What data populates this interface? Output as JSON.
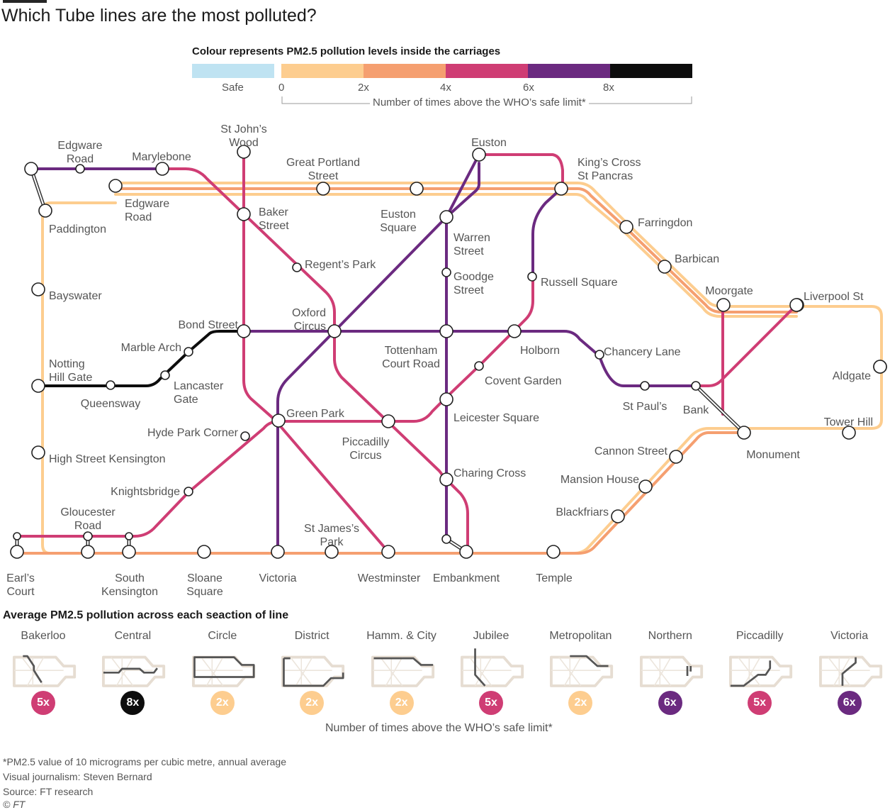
{
  "title": "Which Tube lines are the most polluted?",
  "legend": {
    "title": "Colour represents PM2.5 pollution levels inside the carriages",
    "safe_label": "Safe",
    "ticks": [
      "0",
      "2x",
      "4x",
      "6x",
      "8x"
    ],
    "caption": "Number of times above the WHO’s safe limit*",
    "safe_color": "#bfe3f2",
    "scale_colors": [
      "#fdcd8f",
      "#f59f70",
      "#cf3d74",
      "#6b2a80",
      "#0d0d0d"
    ]
  },
  "line_colors": {
    "circle": "#fdcd8f",
    "hamm_city": "#fdcd8f",
    "district": "#f59f70",
    "bakerloo": "#cf3d74",
    "jubilee": "#cf3d74",
    "piccadilly": "#cf3d74",
    "metropolitan": "#fdcd8f",
    "central": "#0d0d0d",
    "northern": "#6b2a80",
    "victoria": "#6b2a80"
  },
  "stations": {
    "edgware_road_bak": "Edgware\nRoad",
    "marylebone": "Marylebone",
    "st_johns_wood": "St John’s\nWood",
    "great_portland_street": "Great Portland\nStreet",
    "euston": "Euston",
    "kings_cross": "King’s Cross\nSt Pancras",
    "edgware_road_cir": "Edgware\nRoad",
    "paddington": "Paddington",
    "baker_street": "Baker\nStreet",
    "euston_square": "Euston\nSquare",
    "warren_street": "Warren\nStreet",
    "farringdon": "Farringdon",
    "barbican": "Barbican",
    "goodge_street": "Goodge\nStreet",
    "russell_square": "Russell Square",
    "regents_park": "Regent’s Park",
    "bayswater": "Bayswater",
    "moorgate": "Moorgate",
    "liverpool_st": "Liverpool St",
    "oxford_circus": "Oxford\nCircus",
    "bond_street": "Bond Street",
    "marble_arch": "Marble Arch",
    "tottenham_court_road": "Tottenham\nCourt Road",
    "holborn": "Holborn",
    "chancery_lane": "Chancery Lane",
    "notting_hill_gate": "Notting\nHill Gate",
    "lancaster_gate": "Lancaster\nGate",
    "queensway": "Queensway",
    "covent_garden": "Covent Garden",
    "aldgate": "Aldgate",
    "st_pauls": "St Paul’s",
    "bank": "Bank",
    "green_park": "Green Park",
    "leicester_square": "Leicester Square",
    "hyde_park_corner": "Hyde Park Corner",
    "piccadilly_circus": "Piccadilly\nCircus",
    "tower_hill": "Tower Hill",
    "monument": "Monument",
    "cannon_street": "Cannon Street",
    "high_street_kensington": "High Street Kensington",
    "charing_cross": "Charing Cross",
    "mansion_house": "Mansion House",
    "knightsbridge": "Knightsbridge",
    "blackfriars": "Blackfriars",
    "gloucester_road": "Gloucester\nRoad",
    "st_james_park": "St James’s\nPark",
    "earls_court": "Earl’s\nCourt",
    "south_kensington": "South\nKensington",
    "sloane_square": "Sloane\nSquare",
    "victoria": "Victoria",
    "westminster": "Westminster",
    "embankment": "Embankment",
    "temple": "Temple"
  },
  "averages": {
    "title": "Average PM2.5 pollution across each seaction of line",
    "caption": "Number of times above the WHO’s safe limit*",
    "lines": [
      {
        "name": "Bakerloo",
        "value": "5x",
        "color": "#cf3d74"
      },
      {
        "name": "Central",
        "value": "8x",
        "color": "#0d0d0d"
      },
      {
        "name": "Circle",
        "value": "2x",
        "color": "#fdcd8f"
      },
      {
        "name": "District",
        "value": "2x",
        "color": "#fdcd8f"
      },
      {
        "name": "Hamm. & City",
        "value": "2x",
        "color": "#fdcd8f"
      },
      {
        "name": "Jubilee",
        "value": "5x",
        "color": "#cf3d74"
      },
      {
        "name": "Metropolitan",
        "value": "2x",
        "color": "#fdcd8f"
      },
      {
        "name": "Northern",
        "value": "6x",
        "color": "#6b2a80"
      },
      {
        "name": "Piccadilly",
        "value": "5x",
        "color": "#cf3d74"
      },
      {
        "name": "Victoria",
        "value": "6x",
        "color": "#6b2a80"
      }
    ]
  },
  "footer": {
    "note": "*PM2.5 value of 10 micrograms per cubic metre, annual average",
    "credit": "Visual journalism: Steven Bernard",
    "source": "Source: FT research",
    "copyright": "© FT"
  }
}
